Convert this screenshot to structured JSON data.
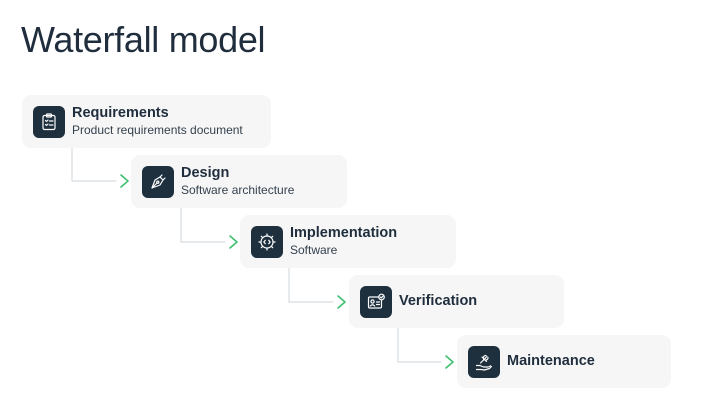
{
  "title": "Waterfall model",
  "accent_color": "#3fbf6f",
  "icon_bg_color": "#1e2f3d",
  "steps": [
    {
      "title": "Requirements",
      "subtitle": "Product requirements document",
      "icon": "clipboard-checklist-icon"
    },
    {
      "title": "Design",
      "subtitle": "Software architecture",
      "icon": "pen-nib-icon"
    },
    {
      "title": "Implementation",
      "subtitle": "Software",
      "icon": "gear-code-icon"
    },
    {
      "title": "Verification",
      "subtitle": "",
      "icon": "id-card-check-icon"
    },
    {
      "title": "Maintenance",
      "subtitle": "",
      "icon": "hand-wrench-icon"
    }
  ]
}
